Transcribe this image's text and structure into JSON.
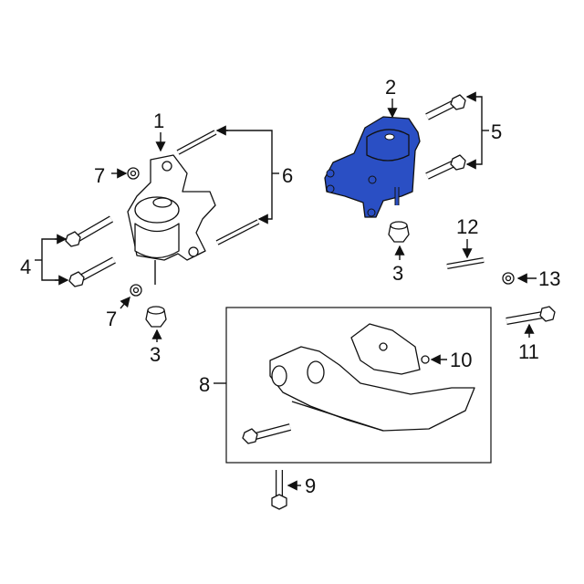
{
  "diagram": {
    "highlight_color": "#2a4fc4",
    "highlighted_part": "2",
    "callouts": [
      "1",
      "2",
      "3",
      "3",
      "4",
      "5",
      "6",
      "7",
      "7",
      "8",
      "9",
      "10",
      "11",
      "12",
      "13"
    ]
  }
}
